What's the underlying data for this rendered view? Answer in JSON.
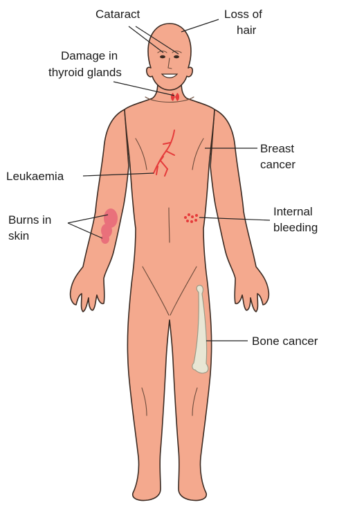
{
  "labels": {
    "cataract": "Cataract",
    "loss_of_hair_1": "Loss of",
    "loss_of_hair_2": "hair",
    "thyroid_1": "Damage in",
    "thyroid_2": "thyroid glands",
    "breast_1": "Breast",
    "breast_2": "cancer",
    "leukaemia": "Leukaemia",
    "burns_1": "Burns in",
    "burns_2": "skin",
    "internal_1": "Internal",
    "internal_2": "bleeding",
    "bone_cancer": "Bone cancer"
  },
  "colors": {
    "skin": "#f4a98e",
    "skin_shadow": "#e99479",
    "outline": "#3a2a22",
    "lesion": "#e53a3a",
    "bone": "#e8e6d4",
    "text": "#1a1a1a"
  }
}
